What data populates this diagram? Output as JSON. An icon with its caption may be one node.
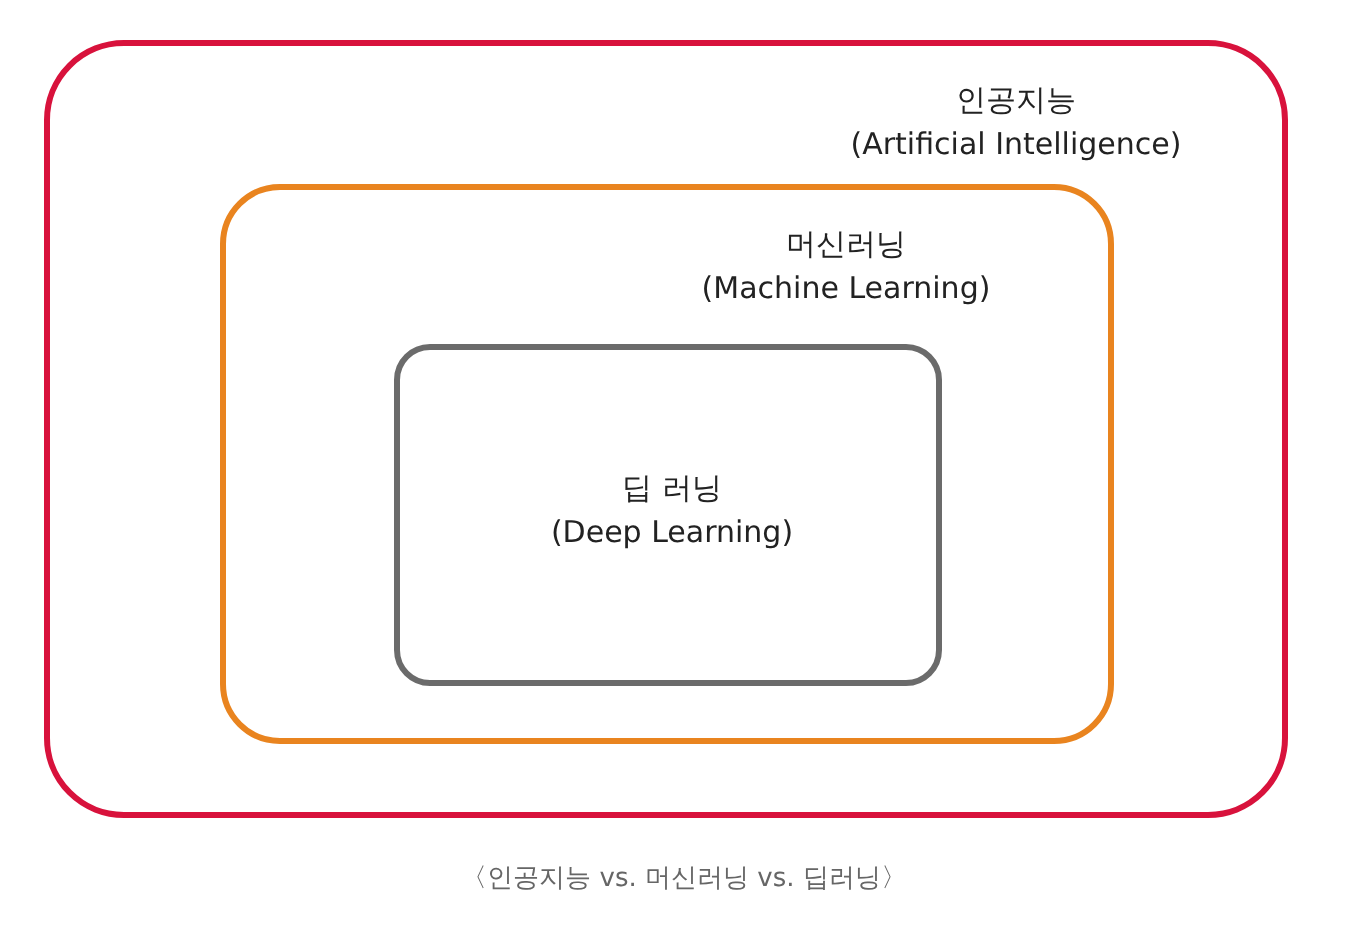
{
  "diagram": {
    "caption": "〈인공지능 vs. 머신러닝 vs. 딥러닝〉",
    "nodes": [
      {
        "text": [
          "인공지능",
          "(Artificial Intelligence)"
        ]
      },
      {
        "text": [
          "머신러닝",
          "(Machine Learning)"
        ],
        "in": 0
      },
      {
        "text": [
          "딥 러닝",
          "(Deep Learning)"
        ],
        "in": 1
      }
    ]
  }
}
